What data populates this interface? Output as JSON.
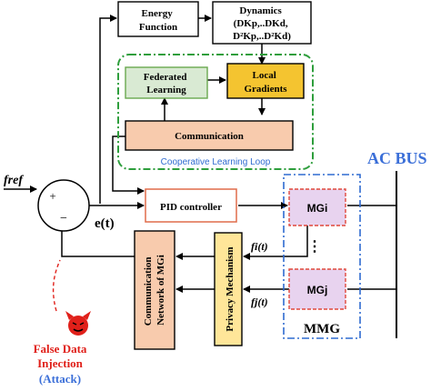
{
  "colors": {
    "federated_fill": "#d9ead3",
    "federated_border": "#6aa84f",
    "local_gradients_fill": "#f4c430",
    "communication_fill": "#f8cbad",
    "loop_border": "#2e9e3c",
    "loop_label": "#2f6bd0",
    "pid_border": "#e06c4a",
    "mg_fill": "#e8d3ef",
    "mg_border": "#e0483c",
    "mmg_border": "#2f6bd0",
    "ac_bus_text": "#3b6fd8",
    "comm_network_fill": "#f8cbad",
    "privacy_fill": "#ffe699",
    "attack_text": "#e0201a",
    "attack_sub_text": "#3b6fd8",
    "devil_icon": "#e0201a"
  },
  "blocks": {
    "energy_function": [
      "Energy",
      "Function"
    ],
    "dynamics": [
      "Dynamics",
      "(DKp,..DKd,",
      "D²Kp,..D²Kd)"
    ],
    "federated_learning": [
      "Federated",
      "Learning"
    ],
    "local_gradients": [
      "Local",
      "Gradients"
    ],
    "communication": "Communication",
    "cooperative_loop": "Cooperative Learning Loop",
    "pid_controller": "PID controller",
    "mg_i": "MGi",
    "mg_j": "MGj",
    "mmg": "MMG",
    "ac_bus": "AC BUS",
    "comm_network": [
      "Communication",
      "Network of MGi"
    ],
    "privacy": "Privacy Mechanism"
  },
  "signals": {
    "f_ref": "fref",
    "error": "e(t)",
    "fi": "fi(t)",
    "fj": "fj(t)",
    "plus": "+",
    "minus": "−",
    "dots": "⋮"
  },
  "attack": {
    "line1": "False Data",
    "line2": "Injection",
    "line3": "(Attack)",
    "icon": "devil-icon"
  }
}
